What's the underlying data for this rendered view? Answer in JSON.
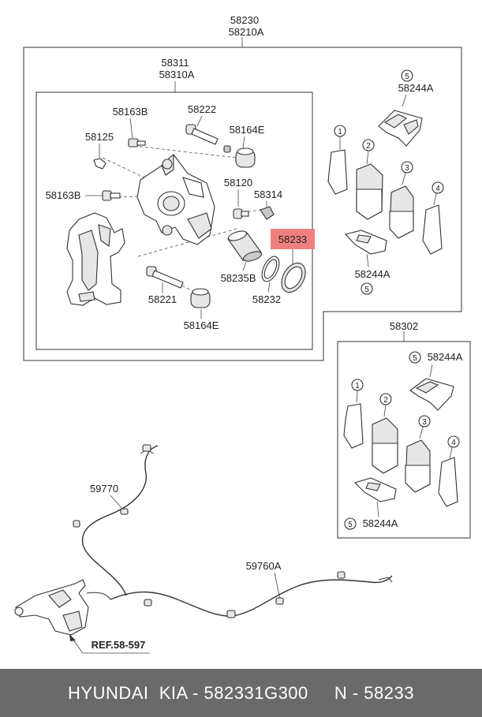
{
  "labels": {
    "assy_a": "58230",
    "assy_b": "58210A",
    "caliper_a": "58311",
    "caliper_b": "58310A",
    "bolt_top": "58163B",
    "bolt_left": "58163B",
    "pin_guide_top": "58222",
    "boot_top": "58164E",
    "bleeder_plug": "58125",
    "bleeder": "58120",
    "cap": "58314",
    "highlight": "58233",
    "piston": "58235B",
    "seal": "58232",
    "pin_guide_bottom": "58221",
    "boot_bottom": "58164E",
    "clip_top": "58244A",
    "clip_bottom": "58244A",
    "pad_kit": "58302",
    "kit_clip_top": "58244A",
    "kit_clip_bottom": "58244A",
    "cable_a": "59770",
    "cable_b": "59760A",
    "ref": "REF.58-597"
  },
  "callouts": [
    "1",
    "2",
    "3",
    "4",
    "5"
  ],
  "highlight_color": "#f08080",
  "footer": {
    "text": "HYUNDAI  KIA - 582331G300     N - 58233"
  }
}
